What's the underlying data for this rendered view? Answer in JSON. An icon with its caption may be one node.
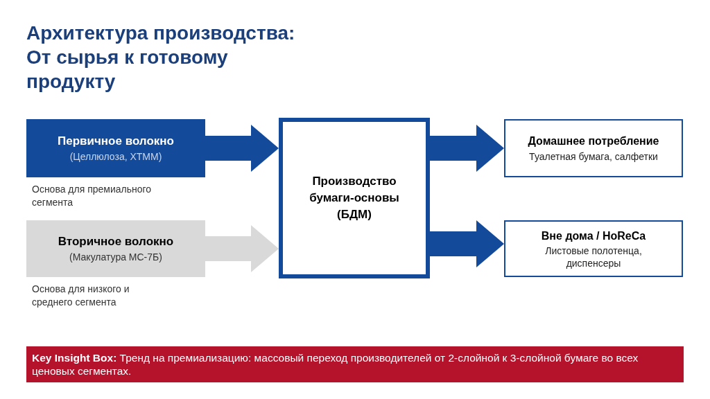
{
  "diagram": {
    "title": "Архитектура производства: От сырья к готовому продукту",
    "nodes": [
      {
        "text": [
          "Первичное волокно",
          "(Целлюлоза, ХТММ)"
        ],
        "beside": [
          "Основа для премиального сегмента"
        ]
      },
      {
        "text": [
          "Вторичное волокно",
          "(Макулатура МС-7Б)"
        ],
        "beside": [
          "Основа для низкого и среднего сегмента"
        ]
      },
      {
        "text": [
          "Производство бумаги-основы (БДМ)"
        ]
      },
      {
        "text": [
          "Домашнее потребление",
          "Туалетная бумага, салфетки"
        ]
      },
      {
        "text": [
          "Вне дома / HoReCa",
          "Листовые полотенца, диспенсеры"
        ]
      },
      {
        "text": [
          "**Key Insight Box:** Тренд на премиализацию: массовый переход производителей от 2-слойной к 3-слойной бумаге во всех ценовых сегментах."
        ]
      }
    ],
    "edges": [
      {
        "from": 0,
        "to": 2,
        "arrow": "to"
      },
      {
        "from": 1,
        "to": 2,
        "arrow": "to",
        "color": "#d9d9d9"
      },
      {
        "from": 2,
        "to": 3,
        "arrow": "to"
      },
      {
        "from": 2,
        "to": 4,
        "arrow": "to"
      }
    ]
  }
}
